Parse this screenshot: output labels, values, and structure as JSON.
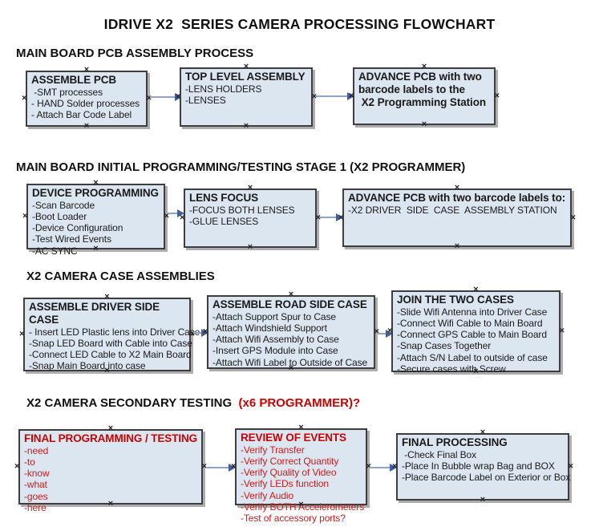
{
  "title": "IDRIVE X2  SERIES CAMERA PROCESSING FLOWCHART",
  "palette": {
    "box_fill": "#dce6f1",
    "box_border": "#3e3e3e",
    "shadow": "#adadad",
    "red_text": "#cc0000",
    "arrow_line": "#8fa5c6",
    "arrow_head": "#3f5f9e",
    "anchor_glyph": "×"
  },
  "sections": [
    {
      "heading": "MAIN BOARD PCB ASSEMBLY PROCESS",
      "heading_suffix": "",
      "boxes": [
        {
          "header": "ASSEMBLE PCB",
          "items": [
            " -SMT processes",
            "- HAND Solder processes",
            "- Attach Bar Code Label"
          ]
        },
        {
          "header": "TOP LEVEL ASSEMBLY",
          "items": [
            "-LENS HOLDERS",
            "-LENSES"
          ]
        },
        {
          "header": "ADVANCE PCB with two\nbarcode labels to the\n X2 Programming Station",
          "items": []
        }
      ]
    },
    {
      "heading": "MAIN BOARD INITIAL PROGRAMMING/TESTING STAGE 1 (X2 PROGRAMMER)",
      "heading_suffix": "",
      "boxes": [
        {
          "header": "DEVICE PROGRAMMING",
          "items": [
            "-Scan Barcode",
            "-Boot Loader",
            "-Device Configuration",
            "-Test Wired Events",
            "-AC SYNC"
          ]
        },
        {
          "header": "LENS FOCUS",
          "items": [
            "-FOCUS BOTH LENSES",
            "-GLUE LENSES"
          ]
        },
        {
          "header": "ADVANCE PCB with two barcode labels to:",
          "items": [
            "-X2 DRIVER  SIDE  CASE  ASSEMBLY STATION"
          ]
        }
      ]
    },
    {
      "heading": "X2 CAMERA CASE ASSEMBLIES",
      "heading_suffix": "",
      "boxes": [
        {
          "header": "ASSEMBLE DRIVER SIDE CASE",
          "items": [
            "- Insert LED Plastic lens into Driver Case",
            "-Snap LED Board with Cable into Case",
            "-Connect LED Cable to X2 Main Board",
            "-Snap Main Board into case"
          ]
        },
        {
          "header": "ASSEMBLE ROAD SIDE CASE",
          "items": [
            "-Attach Support Spur to Case",
            "-Attach Windshield Support",
            "-Attach Wifi Assembly to Case",
            "-Insert GPS Module into Case",
            "-Attach Wifi Label to Outside of Case"
          ]
        },
        {
          "header": "JOIN THE TWO CASES",
          "items": [
            "-Slide Wifi Antenna into Driver Case",
            "-Connect Wifi Cable to Main Board",
            "-Connect GPS Cable to Main Board",
            "-Snap Cases Together",
            "-Attach S/N Label to outside of case",
            "-Secure cases with Screw"
          ]
        }
      ]
    },
    {
      "heading": "X2 CAMERA SECONDARY TESTING  ",
      "heading_suffix": "(x6 PROGRAMMER)?",
      "boxes": [
        {
          "header": "FINAL PROGRAMMING / TESTING",
          "items": [
            "-need",
            "-to",
            "-know",
            "-what",
            "-goes",
            "-here"
          ]
        },
        {
          "header": "REVIEW OF EVENTS",
          "items": [
            "-Verify Transfer",
            "-Verify Correct Quantity",
            "-Verify Quality of Video",
            "-Verify LEDs function",
            "-Verify Audio",
            "-Verify BOTH Accelerometers",
            "-Test of accessory ports?"
          ]
        },
        {
          "header": "FINAL PROCESSING",
          "items": [
            " -Check Final Box",
            "-Place In Bubble wrap Bag and BOX",
            "-Place Barcode Label on Exterior or Box"
          ]
        }
      ]
    }
  ]
}
